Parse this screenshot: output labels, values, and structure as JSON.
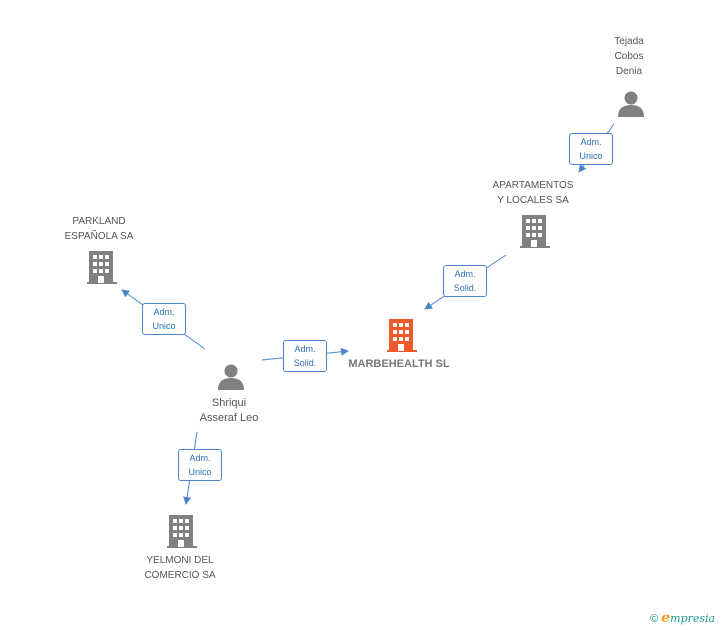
{
  "nodes": {
    "tejada": {
      "lines": [
        "Tejada",
        "Cobos",
        "Denia"
      ]
    },
    "apartamentos": {
      "lines": [
        "APARTAMENTOS",
        "Y LOCALES SA"
      ]
    },
    "parkland": {
      "lines": [
        "PARKLAND",
        "ESPAÑOLA SA"
      ]
    },
    "marbehealth": {
      "lines": [
        "MARBEHEALTH SL"
      ]
    },
    "shriqui": {
      "lines": [
        "Shriqui",
        "Asseraf Leo"
      ]
    },
    "yelmoni": {
      "lines": [
        "YELMONI DEL",
        "COMERCIO SA"
      ]
    }
  },
  "relations": {
    "tejada_apartamentos": {
      "lines": [
        "Adm.",
        "Unico"
      ]
    },
    "apartamentos_marbehealth": {
      "lines": [
        "Adm.",
        "Solid."
      ]
    },
    "shriqui_parkland": {
      "lines": [
        "Adm.",
        "Unico"
      ]
    },
    "shriqui_marbehealth": {
      "lines": [
        "Adm.",
        "Solid."
      ]
    },
    "shriqui_yelmoni": {
      "lines": [
        "Adm.",
        "Unico"
      ]
    }
  },
  "footer": {
    "copyright": "©",
    "brand_first": "e",
    "brand_rest": "mpresia"
  },
  "colors": {
    "edge": "#4a86c8",
    "node": "#808080",
    "main_node": "#f05a28",
    "brand": "#1a9a8a",
    "brand_accent": "#f29b1e"
  },
  "icons": {
    "person": "person-icon",
    "company": "building-icon"
  }
}
